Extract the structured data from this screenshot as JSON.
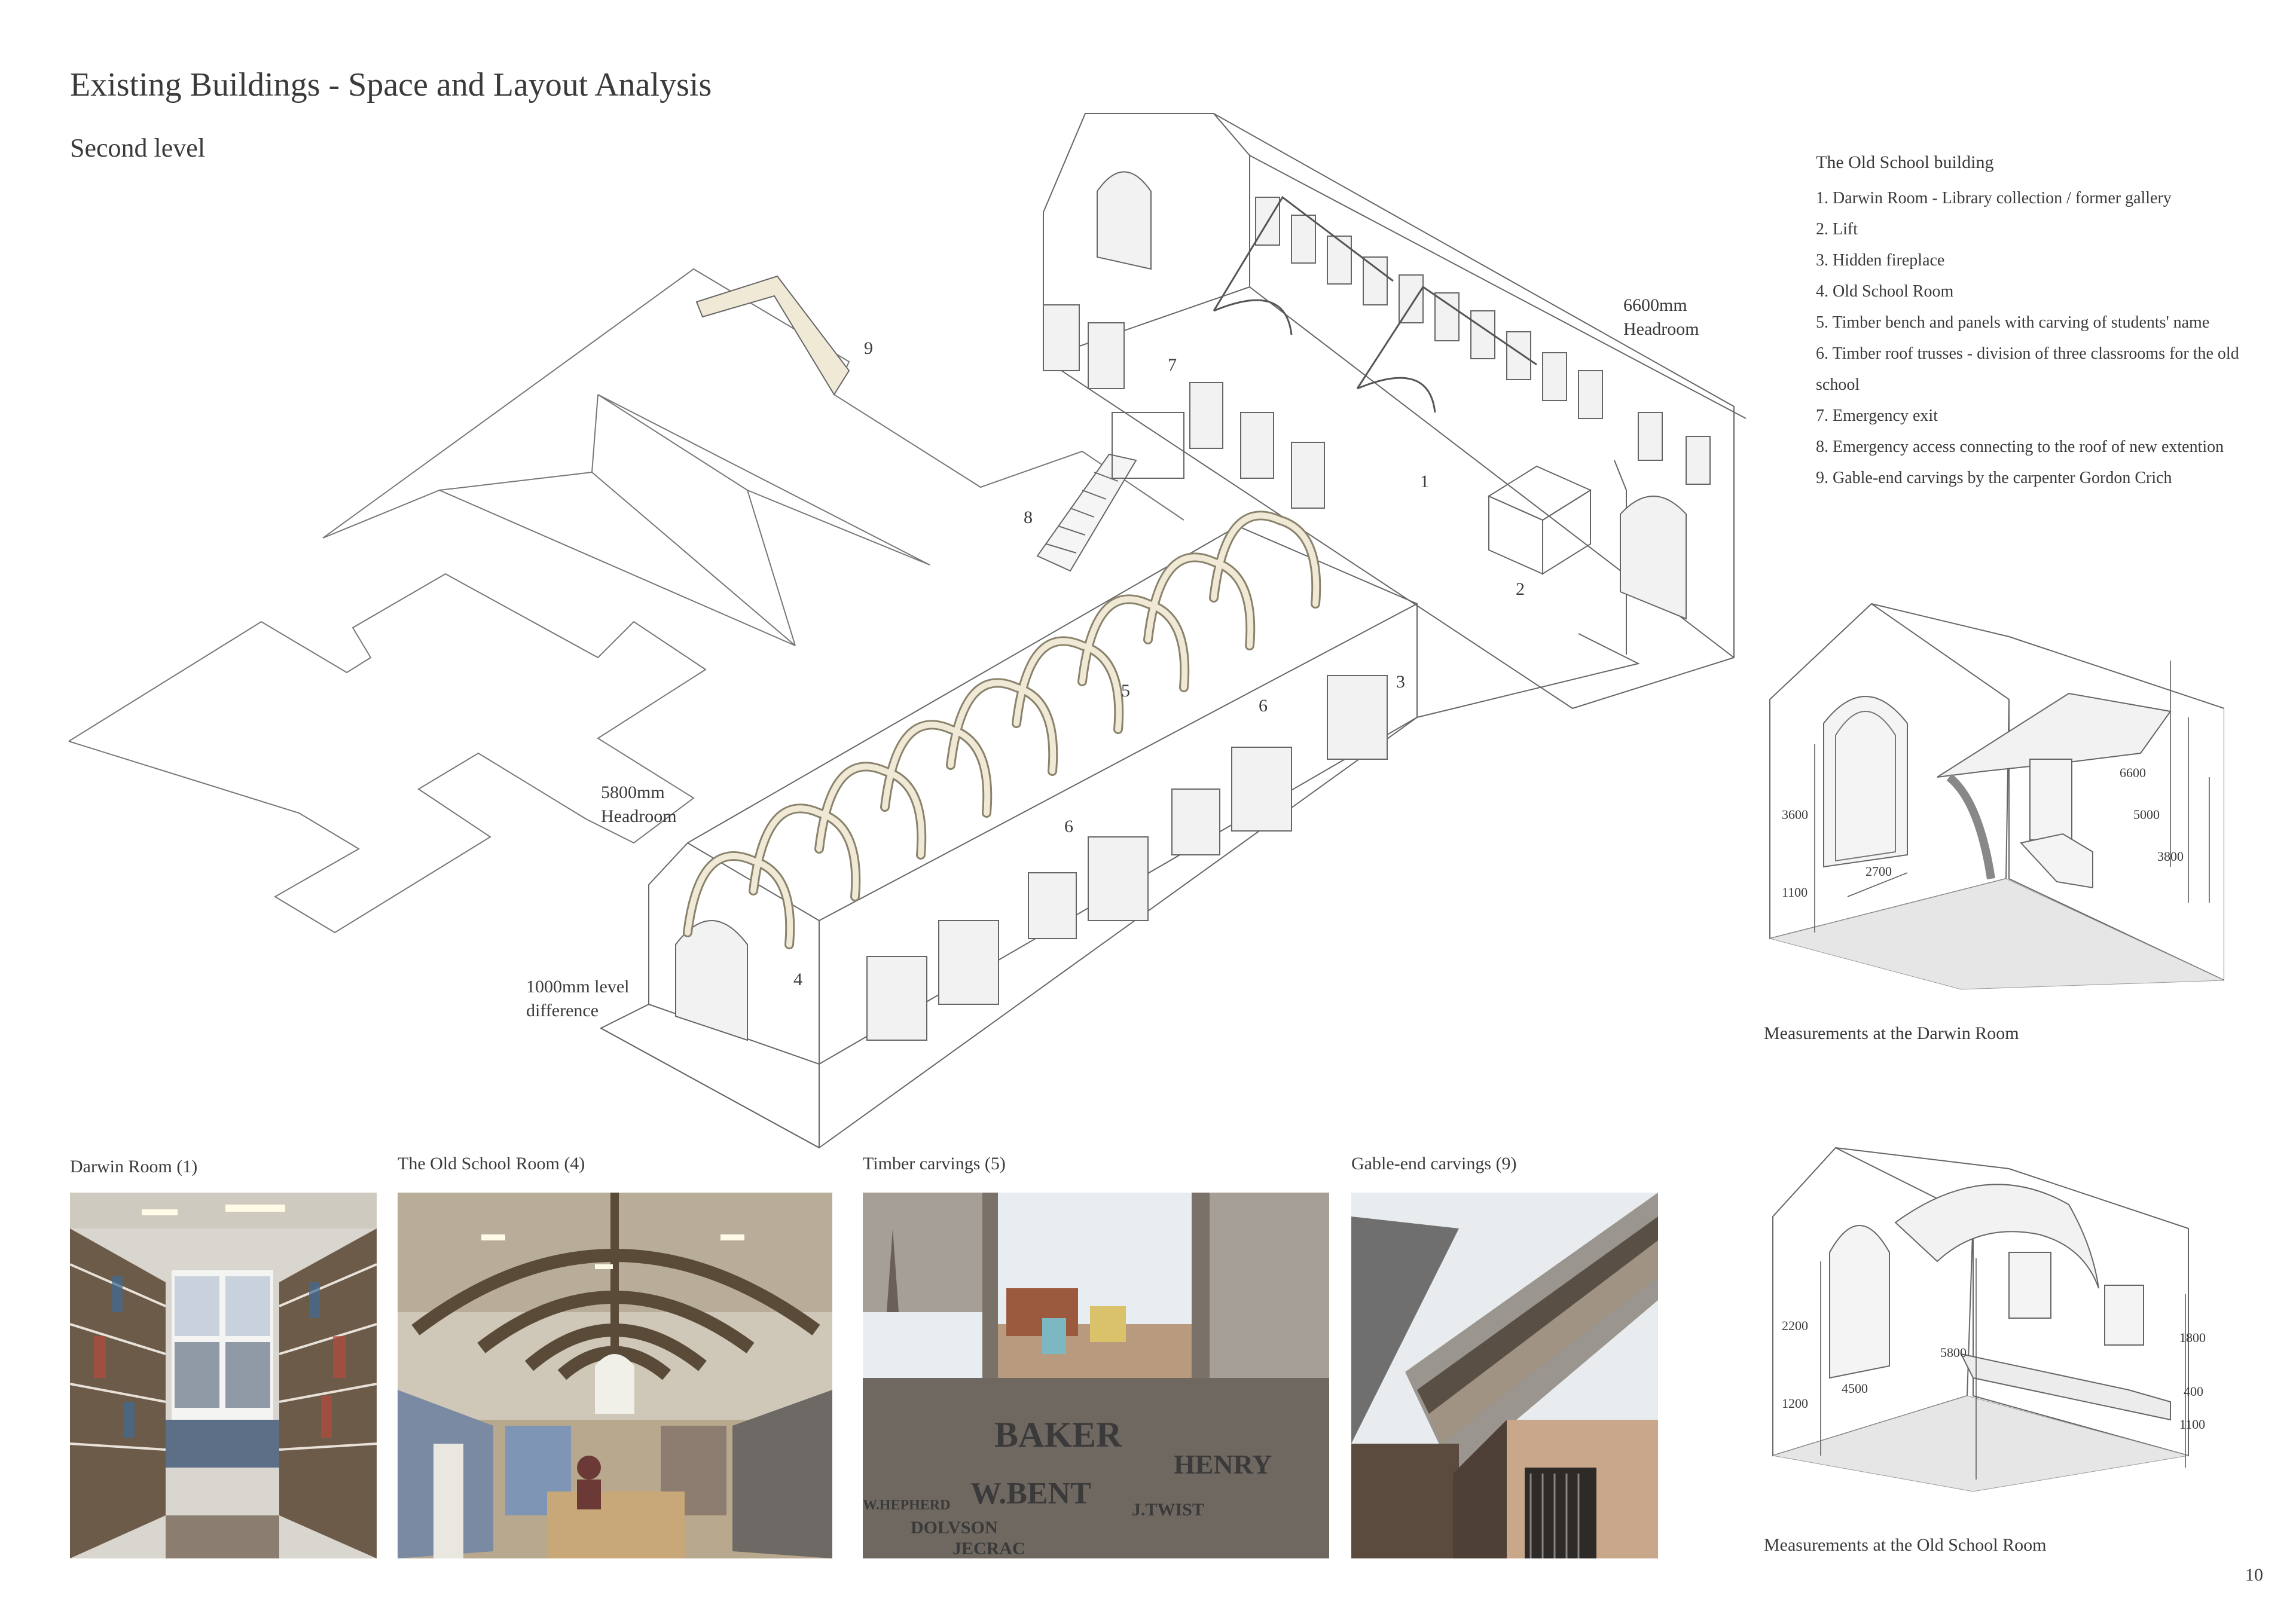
{
  "page": {
    "title": "Existing Buildings - Space and Layout Analysis",
    "subtitle": "Second level",
    "page_number": "10"
  },
  "legend": {
    "title": "The Old School building",
    "items": [
      "1. Darwin Room - Library collection / former gallery",
      "2. Lift",
      "3. Hidden fireplace",
      "4. Old School Room",
      "5. Timber bench and panels with carving of students' name",
      "6. Timber roof trusses - division of three classrooms for the old school",
      "7. Emergency exit",
      "8. Emergency access connecting to the roof of new extention",
      "9. Gable-end carvings by the carpenter Gordon Crich"
    ]
  },
  "axo": {
    "labels": {
      "n1": "1",
      "n2": "2",
      "n3": "3",
      "n4": "4",
      "n5": "5",
      "n6a": "6",
      "n6b": "6",
      "n7": "7",
      "n8": "8",
      "n9": "9"
    },
    "headroom_6600": [
      "6600mm",
      "Headroom"
    ],
    "headroom_5800": [
      "5800mm",
      "Headroom"
    ],
    "level_diff": [
      "1000mm level",
      "difference"
    ]
  },
  "darwin_measure": {
    "caption": "Measurements at the Darwin Room",
    "dims": {
      "d3600": "3600",
      "d1100": "1100",
      "d2700": "2700",
      "d6600": "6600",
      "d5000": "5000",
      "d3800": "3800"
    }
  },
  "oldschool_measure": {
    "caption": "Measurements at the Old School Room",
    "dims": {
      "d2200": "2200",
      "d1200": "1200",
      "d4500": "4500",
      "d5800": "5800",
      "d1800": "1800",
      "d400": "400",
      "d1100": "1100"
    }
  },
  "photos": [
    {
      "caption": "Darwin Room (1)"
    },
    {
      "caption": "The Old School Room (4)"
    },
    {
      "caption": "Timber carvings (5)"
    },
    {
      "caption": "Gable-end carvings (9)"
    }
  ],
  "carving_text": [
    "BAKER",
    "HENRY",
    "W.BENT",
    "J.TWIST",
    "DOLVSON",
    "W.HEPHERD",
    "JECRAC"
  ],
  "colors": {
    "text": "#3a3a3a",
    "line": "#555555",
    "timber": "#efe9d6",
    "floor": "#e6e6e6"
  }
}
